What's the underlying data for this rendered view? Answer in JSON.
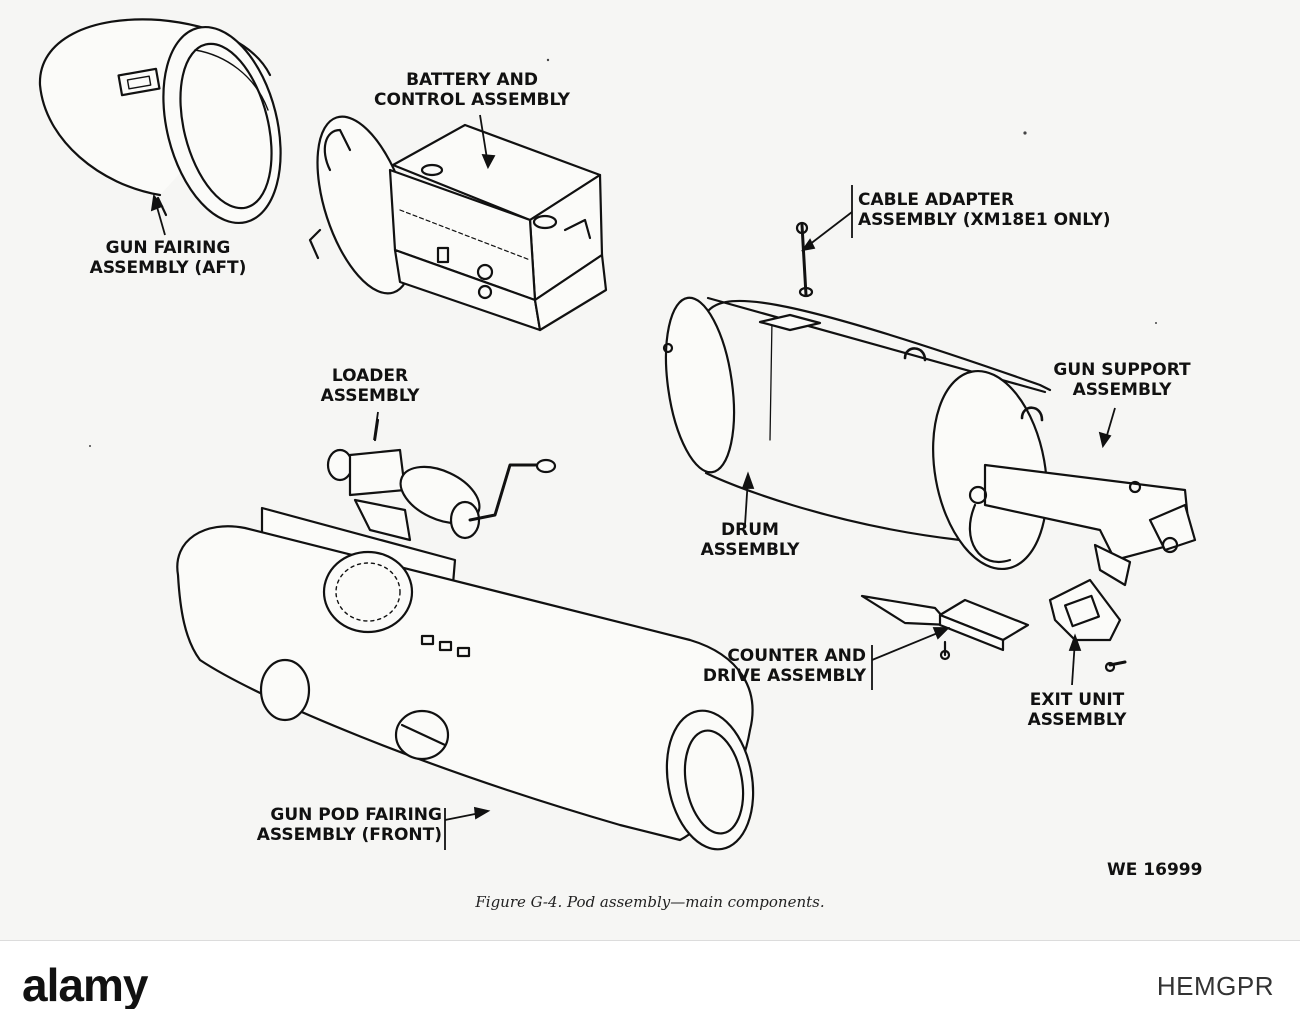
{
  "labels": {
    "battery": [
      "BATTERY AND",
      "CONTROL ASSEMBLY"
    ],
    "gun_fairing_aft": [
      "GUN FAIRING",
      "ASSEMBLY (AFT)"
    ],
    "cable_adapter": [
      "CABLE ADAPTER",
      "ASSEMBLY (XM18E1 ONLY)"
    ],
    "loader": [
      "LOADER",
      "ASSEMBLY"
    ],
    "gun_support": [
      "GUN SUPPORT",
      "ASSEMBLY"
    ],
    "drum": [
      "DRUM",
      "ASSEMBLY"
    ],
    "counter_drive": [
      "COUNTER AND",
      "DRIVE  ASSEMBLY"
    ],
    "exit_unit": [
      "EXIT UNIT",
      "ASSEMBLY"
    ],
    "gun_pod_front": [
      "GUN POD FAIRING",
      "ASSEMBLY (FRONT)"
    ]
  },
  "figure_number": "WE 16999",
  "caption": "Figure G-4.  Pod assembly—main components.",
  "watermark": {
    "logo": "alamy",
    "image_id": "HEMGPR"
  },
  "colors": {
    "ink": "#111111",
    "paper": "#f6f6f4"
  }
}
